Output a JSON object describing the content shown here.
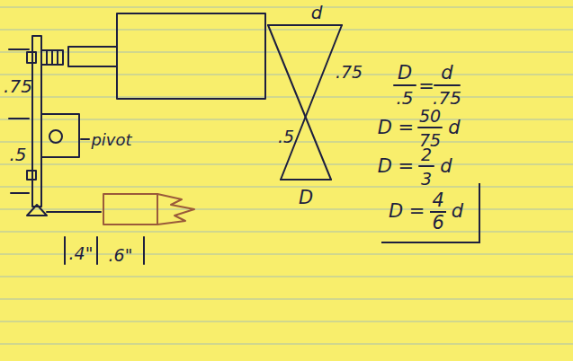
{
  "diagram": {
    "nodes": [
      {
        "text": [
          "D =",
          "4",
          "6",
          "d"
        ]
      }
    ],
    "labels": [
      ".75",
      ".5",
      "pivot",
      "d",
      ".75",
      ".5",
      "D",
      "D",
      ".5",
      "=",
      "d",
      ".75",
      "D =",
      "50",
      "75",
      "d",
      "D =",
      "2",
      "3",
      "d",
      ".4\"",
      ".6\""
    ]
  }
}
